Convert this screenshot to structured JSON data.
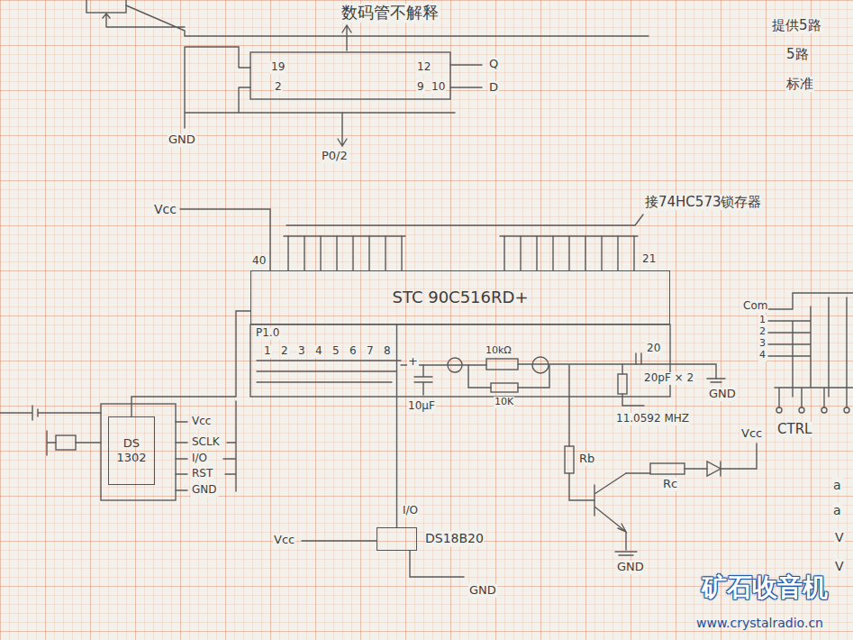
{
  "diagram": {
    "nodes": [
      {
        "text": [
          "STC 90C516RD+"
        ]
      },
      {
        "text": [
          "DS 1302"
        ]
      },
      {
        "text": [
          "DS18B20"
        ]
      }
    ],
    "edges": [
      {
        "from": 1,
        "to": 0,
        "arrow": "none"
      },
      {
        "from": 2,
        "to": 0,
        "arrow": "none"
      }
    ],
    "labels": [
      "数码管不解释",
      "19",
      "2",
      "12",
      "9",
      "10",
      "Q",
      "D",
      "GND",
      "P0/2",
      "Vcc",
      "接74HC573锁存器",
      "40",
      "21",
      "P1.0",
      "1",
      "2",
      "3",
      "4",
      "5",
      "6",
      "7",
      "8",
      "10kΩ",
      "20",
      "20pF × 2",
      "GND",
      "+",
      "10μF",
      "10K",
      "11.0592 MHZ",
      "Rb",
      "Rc",
      "Vcc",
      "GND",
      "Vcc",
      "SCLK",
      "I/O",
      "RST",
      "GND",
      "I/O",
      "Vcc",
      "GND",
      "Com",
      "1",
      "2",
      "3",
      "4",
      "CTRL",
      "提供5路",
      "5路",
      "标准",
      "a",
      "a",
      "V",
      "V",
      "矿石收音机",
      "www.crystalradio.cn"
    ]
  }
}
